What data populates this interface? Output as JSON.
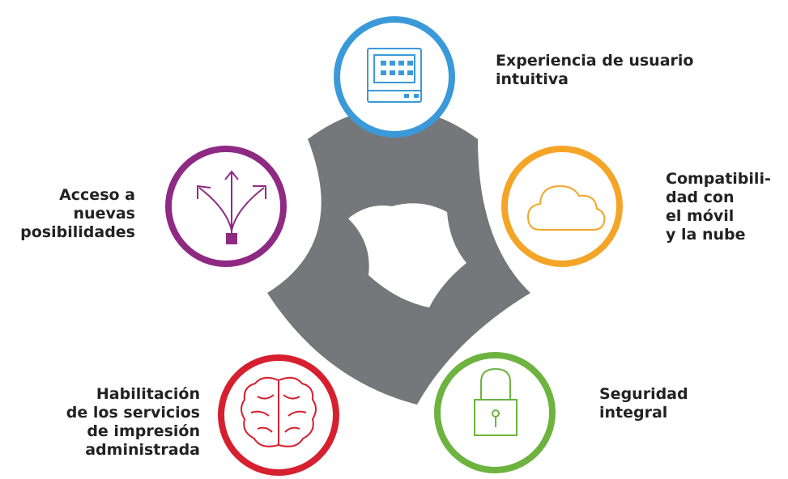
{
  "nodes": [
    {
      "id": "ux",
      "color": "#3A9AD9",
      "icon": "touch-panel-icon",
      "lines": [
        "Experiencia de usuario",
        "intuitiva"
      ]
    },
    {
      "id": "cloud",
      "color": "#F4A528",
      "icon": "cloud-icon",
      "lines": [
        "Compatibili-",
        "dad con",
        "el móvil",
        "y la nube"
      ]
    },
    {
      "id": "security",
      "color": "#6DB33F",
      "icon": "padlock-icon",
      "lines": [
        "Seguridad",
        "integral"
      ]
    },
    {
      "id": "print",
      "color": "#D6202F",
      "icon": "brain-icon",
      "lines": [
        "Habilitación",
        "de los servicios",
        "de impresión",
        "administrada"
      ]
    },
    {
      "id": "access",
      "color": "#8E2A84",
      "icon": "branching-arrows-icon",
      "lines": [
        "Acceso a",
        "nuevas",
        "posibilidades"
      ]
    }
  ],
  "center_color": "#76777A"
}
